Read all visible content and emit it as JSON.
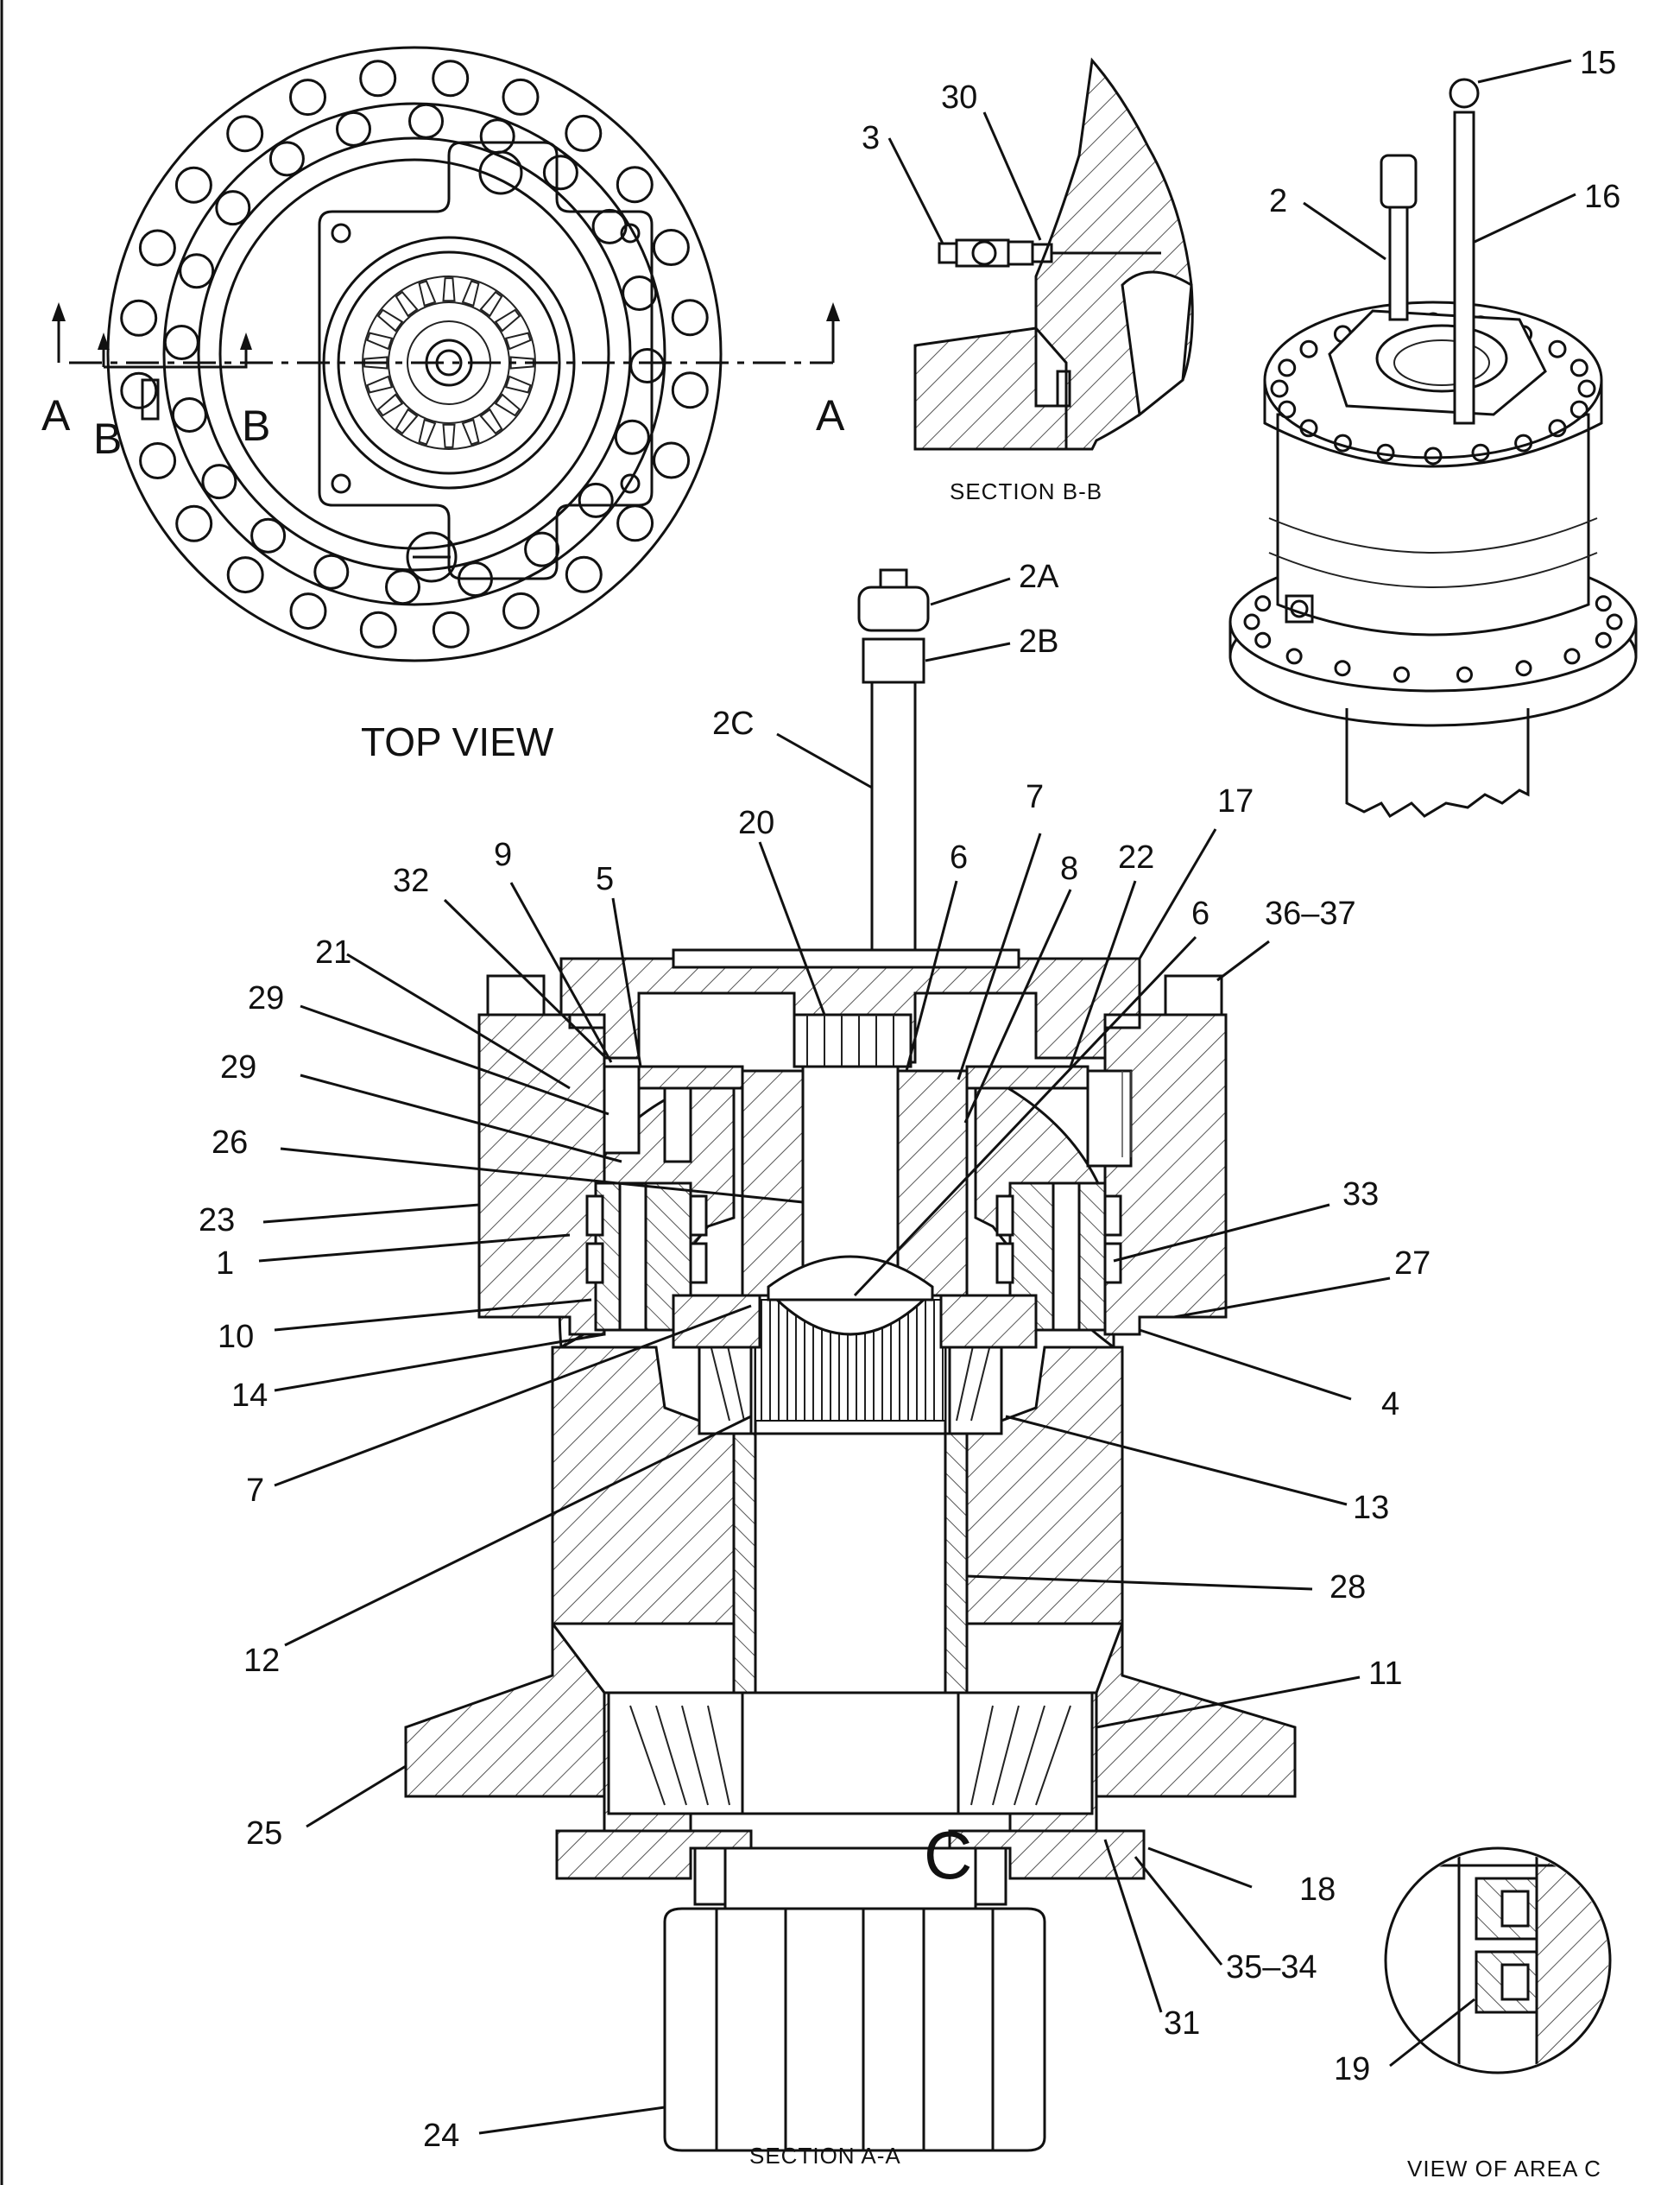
{
  "views": {
    "top_view": "TOP VIEW",
    "section_b": "SECTION B-B",
    "section_a": "SECTION A-A",
    "view_c": "VIEW OF AREA  C"
  },
  "section_letters": {
    "a_left": "A",
    "a_right": "A",
    "b_left": "B",
    "b_right": "B",
    "c_mark": "C"
  },
  "callouts": {
    "c15": "15",
    "c30": "30",
    "c3": "3",
    "c2": "2",
    "c16": "16",
    "c2A": "2A",
    "c2B": "2B",
    "c2C": "2C",
    "c20": "20",
    "c5": "5",
    "c7_top": "7",
    "c17": "17",
    "c6_a": "6",
    "c8": "8",
    "c22": "22",
    "c6_b": "6",
    "c36_37": "36–37",
    "c9": "9",
    "c32": "32",
    "c21": "21",
    "c29_a": "29",
    "c29_b": "29",
    "c26": "26",
    "c23": "23",
    "c1": "1",
    "c10": "10",
    "c14": "14",
    "c7_low": "7",
    "c12": "12",
    "c33": "33",
    "c27": "27",
    "c4": "4",
    "c13": "13",
    "c28": "28",
    "c11": "11",
    "c25": "25",
    "c18": "18",
    "c35_34": "35–34",
    "c31": "31",
    "c19": "19",
    "c24": "24"
  }
}
